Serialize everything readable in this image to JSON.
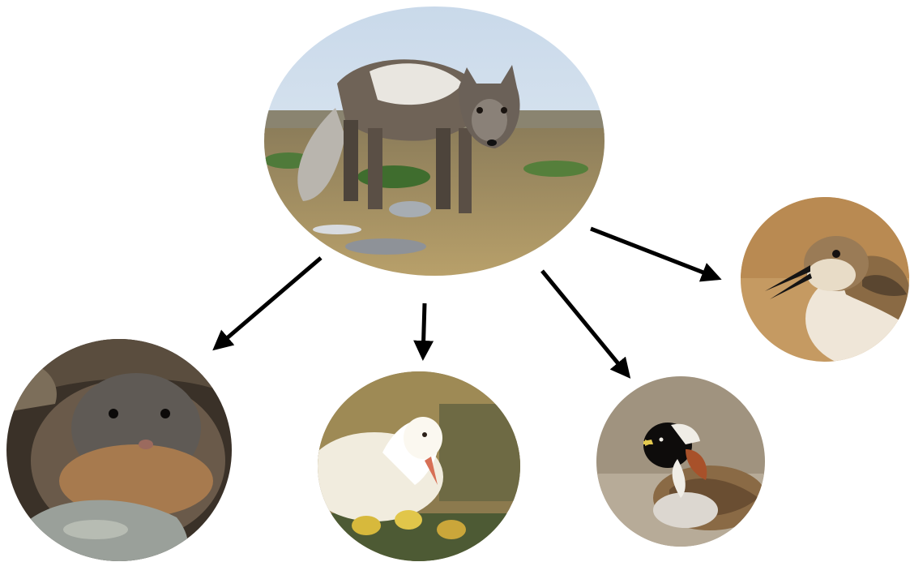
{
  "diagram": {
    "type": "food-web",
    "predator": {
      "icon": "arctic-fox-photo"
    },
    "prey": [
      {
        "icon": "lemming-photo"
      },
      {
        "icon": "snow-goose-photo"
      },
      {
        "icon": "lapland-longspur-photo"
      },
      {
        "icon": "sandpiper-photo"
      }
    ],
    "colors": {
      "arrow": "#000000",
      "background": "#ffffff"
    }
  }
}
